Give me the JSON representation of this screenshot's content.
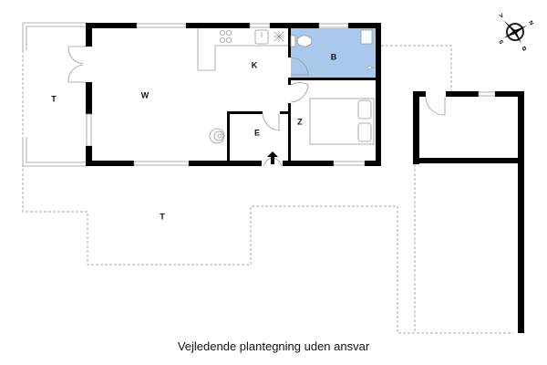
{
  "plan": {
    "caption": "Vejledende plantegning uden ansvar",
    "colors": {
      "wall": "#000000",
      "bathroom_fill": "#a9c8ec",
      "outline_dashed": "#aaaaaa",
      "fixture_line": "#999999"
    },
    "rooms": {
      "terrace_west": "T",
      "living": "W",
      "kitchen": "K",
      "bathroom": "B",
      "bedroom": "Z",
      "entrance": "E",
      "terrace_south": "T"
    },
    "compass": {
      "labels": {
        "north": "N",
        "south": "S",
        "west": "V",
        "east": "Ø"
      }
    }
  }
}
